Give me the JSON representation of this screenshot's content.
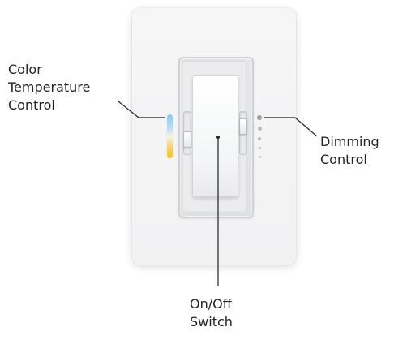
{
  "labels": {
    "color_temperature": [
      "Color",
      "Temperature",
      "Control"
    ],
    "dimming": [
      "Dimming",
      "Control"
    ],
    "switch": [
      "On/Off",
      "Switch"
    ]
  },
  "colors": {
    "color_temperature_cool": "#8ec8f0",
    "color_temperature_warm": "#f2c21a",
    "leader_line": "#222222",
    "wall_plate": "#f4f4f5"
  },
  "dimming_indicator": {
    "led_count": 5
  }
}
